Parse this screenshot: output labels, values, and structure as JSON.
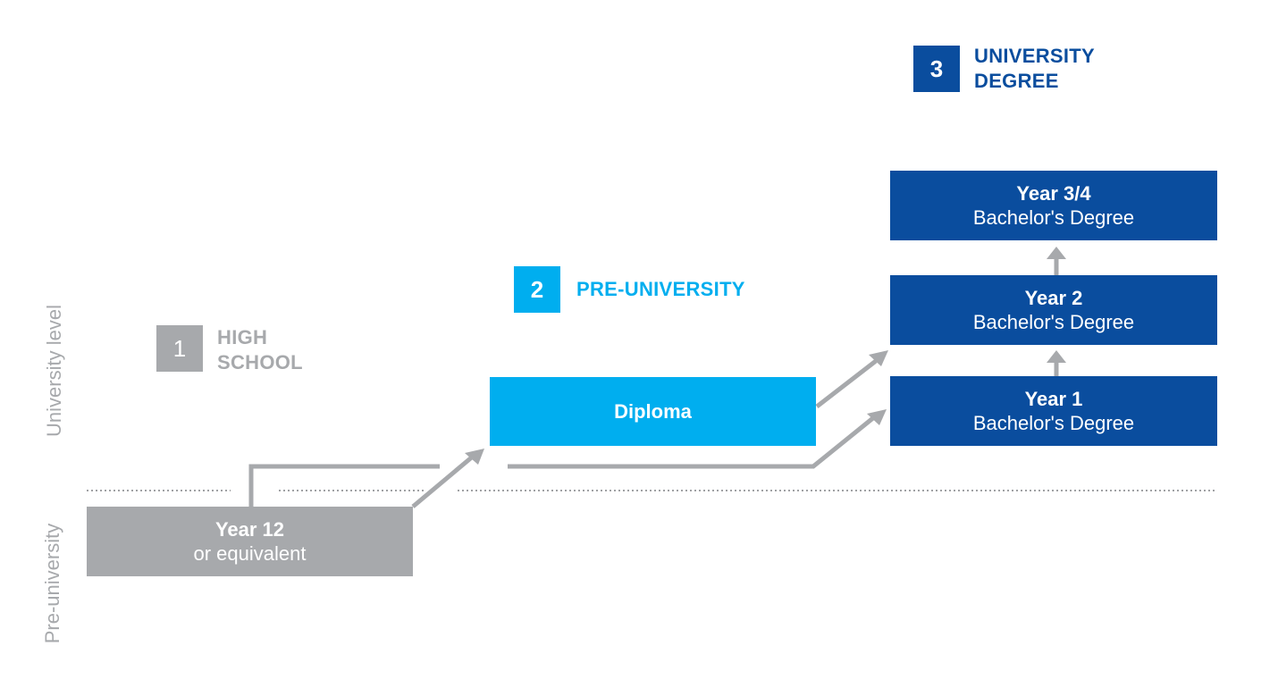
{
  "colors": {
    "grey": "#a7a9ac",
    "cyan": "#00aeef",
    "navy": "#0a4d9e",
    "connector": "#a7a9ac",
    "divider": "#808285"
  },
  "axis": {
    "upper": "University level",
    "lower": "Pre-university"
  },
  "stages": [
    {
      "number": "1",
      "title_line1": "HIGH",
      "title_line2": "SCHOOL"
    },
    {
      "number": "2",
      "title_line1": "PRE-UNIVERSITY",
      "title_line2": ""
    },
    {
      "number": "3",
      "title_line1": "UNIVERSITY",
      "title_line2": "DEGREE"
    }
  ],
  "boxes": {
    "year12": {
      "line1": "Year 12",
      "line2": "or equivalent"
    },
    "diploma": {
      "line1": "Diploma",
      "line2": ""
    },
    "year1": {
      "line1": "Year 1",
      "line2": "Bachelor's Degree"
    },
    "year2": {
      "line1": "Year 2",
      "line2": "Bachelor's Degree"
    },
    "year34": {
      "line1": "Year 3/4",
      "line2": "Bachelor's Degree"
    }
  }
}
